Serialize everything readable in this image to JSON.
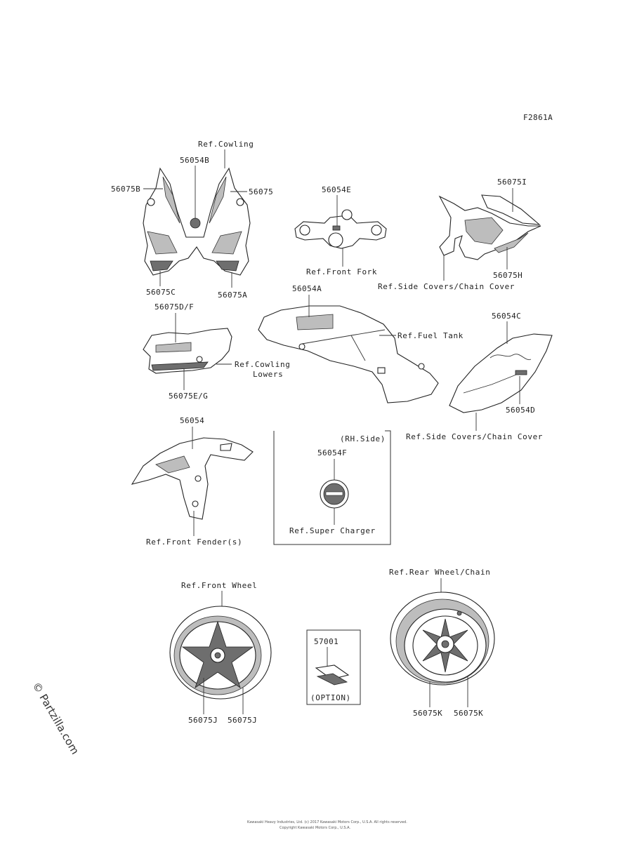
{
  "diagram_code": "F2861A",
  "watermark": "© Partzilla.com",
  "footer_line1": "Kawasaki Heavy Industries, Ltd. (c) 2017 Kawasaki Motors Corp., U.S.A. All rights reserved.",
  "footer_line2": "Copyright Kawasaki Motors Corp., U.S.A.",
  "labels": {
    "ref_cowling": "Ref.Cowling",
    "p56054b": "56054B",
    "p56075b": "56075B",
    "p56075": "56075",
    "p56075c": "56075C",
    "p56075a": "56075A",
    "p56054e": "56054E",
    "ref_front_fork": "Ref.Front Fork",
    "p56075i": "56075I",
    "p56075h": "56075H",
    "ref_side_covers_1": "Ref.Side Covers/Chain Cover",
    "p56075d": "56075D/F",
    "ref_cowling_lowers_1": "Ref.Cowling",
    "ref_cowling_lowers_2": "Lowers",
    "p56075e": "56075E/G",
    "p56054a": "56054A",
    "ref_fuel_tank": "Ref.Fuel Tank",
    "p56054c": "56054C",
    "p56054d": "56054D",
    "ref_side_covers_2": "Ref.Side Covers/Chain Cover",
    "p56054": "56054",
    "rh_side": "(RH.Side)",
    "p56054f": "56054F",
    "ref_super_charger": "Ref.Super Charger",
    "ref_front_fender": "Ref.Front Fender(s)",
    "ref_front_wheel": "Ref.Front Wheel",
    "ref_rear_wheel": "Ref.Rear Wheel/Chain",
    "p57001": "57001",
    "option": "(OPTION)",
    "p56075j_1": "56075J",
    "p56075j_2": "56075J",
    "p56075k_1": "56075K",
    "p56075k_2": "56075K"
  }
}
